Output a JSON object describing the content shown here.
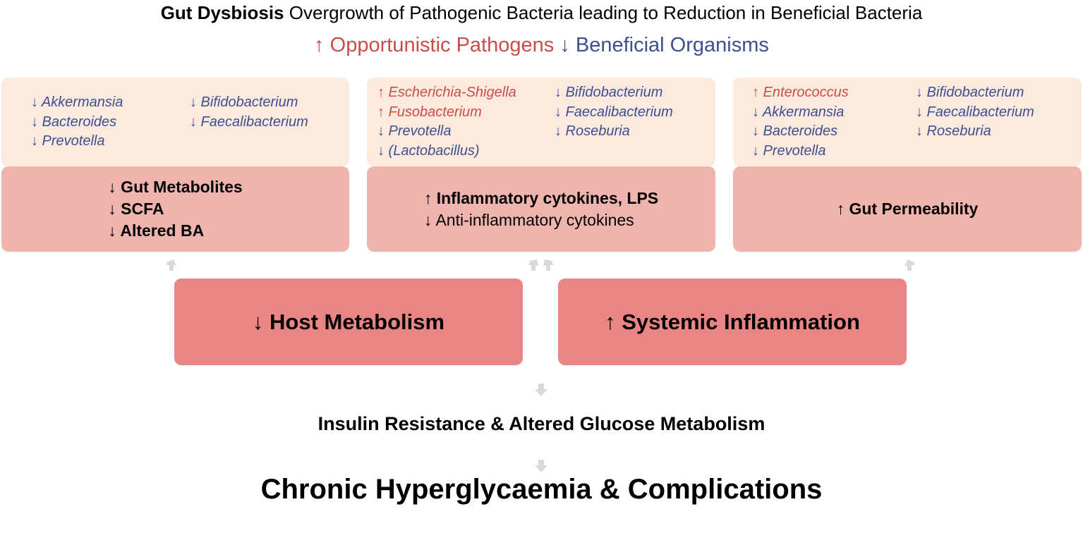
{
  "title": {
    "bold": "Gut Dysbiosis",
    "rest": " Overgrowth of Pathogenic Bacteria leading to Reduction in Beneficial Bacteria"
  },
  "subtitle": {
    "pathogens": "↑ Opportunistic Pathogens",
    "beneficial": " ↓ Beneficial Organisms"
  },
  "colors": {
    "pathogen_red": "#cc4b4b",
    "beneficial_blue": "#3d4f8f",
    "bacteria_box": "#fdeadf",
    "effect_box": "#efb4ae",
    "mechanism_box": "#ea8585"
  },
  "panels": [
    {
      "bacteria_left": [
        {
          "text": "↓ Akkermansia",
          "dir": "down"
        },
        {
          "text": "↓ Bacteroides",
          "dir": "down"
        },
        {
          "text": "↓ Prevotella",
          "dir": "down"
        }
      ],
      "bacteria_right": [
        {
          "text": "↓ Bifidobacterium",
          "dir": "down"
        },
        {
          "text": "↓ Faecalibacterium",
          "dir": "down"
        }
      ],
      "effects": [
        {
          "text": "↓ Gut Metabolites",
          "bold": true
        },
        {
          "text": "↓ SCFA",
          "bold": true
        },
        {
          "text": "↓ Altered BA",
          "bold": true
        }
      ]
    },
    {
      "bacteria_left": [
        {
          "text": "↑ Escherichia-Shigella",
          "dir": "up"
        },
        {
          "text": "↑ Fusobacterium",
          "dir": "up"
        },
        {
          "text": "↓ Prevotella",
          "dir": "down"
        },
        {
          "text": "↓ (Lactobacillus)",
          "dir": "down"
        }
      ],
      "bacteria_right": [
        {
          "text": "↓ Bifidobacterium",
          "dir": "down"
        },
        {
          "text": "↓ Faecalibacterium",
          "dir": "down"
        },
        {
          "text": "↓ Roseburia",
          "dir": "down"
        }
      ],
      "effects": [
        {
          "text": "↑ Inflammatory cytokines, LPS",
          "bold": true
        },
        {
          "text": "↓ Anti-inflammatory cytokines",
          "bold": false
        }
      ]
    },
    {
      "bacteria_left": [
        {
          "text": "↑ Enterococcus",
          "dir": "up"
        },
        {
          "text": "↓ Akkermansia",
          "dir": "down"
        },
        {
          "text": "↓ Bacteroides",
          "dir": "down"
        },
        {
          "text": "↓ Prevotella",
          "dir": "down"
        }
      ],
      "bacteria_right": [
        {
          "text": "↓ Bifidobacterium",
          "dir": "down"
        },
        {
          "text": "↓ Faecalibacterium",
          "dir": "down"
        },
        {
          "text": "↓ Roseburia",
          "dir": "down"
        }
      ],
      "effects": [
        {
          "text": "↑ Gut Permeability",
          "bold": true
        }
      ]
    }
  ],
  "mechanisms": {
    "host_metabolism": "↓ Host Metabolism",
    "systemic_inflammation": "↑ Systemic Inflammation"
  },
  "outcomes": {
    "intermediate": "Insulin Resistance & Altered Glucose Metabolism",
    "final": "Chronic Hyperglycaemia & Complications"
  }
}
